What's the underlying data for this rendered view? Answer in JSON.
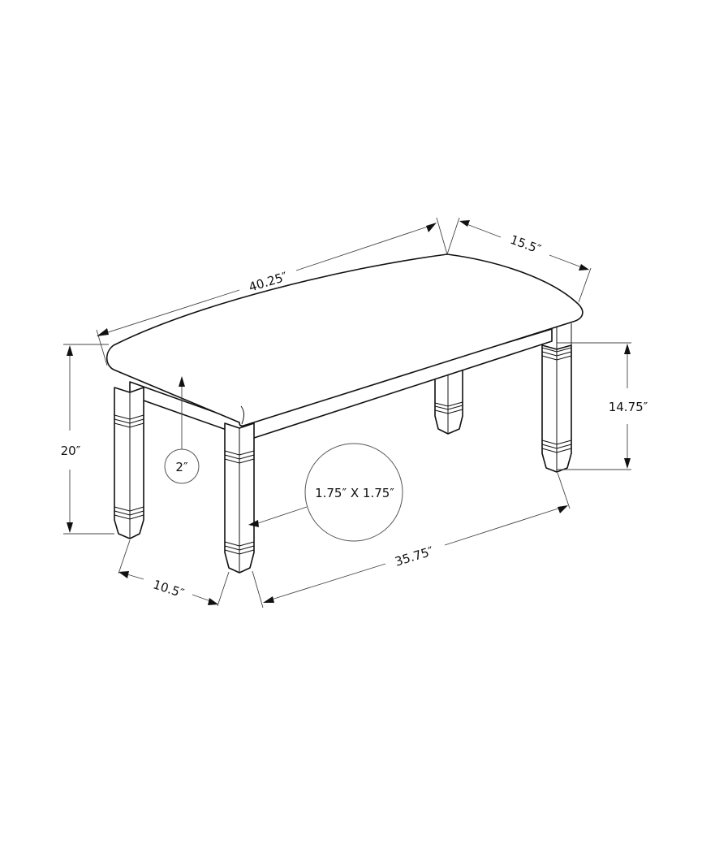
{
  "diagram": {
    "subject": "Bench dimension drawing",
    "colors": {
      "line": "#111111",
      "dimension_line": "#444444",
      "background": "#ffffff"
    },
    "dimensions": {
      "top_length": "40.25″",
      "top_depth": "15.5″",
      "overall_height": "20″",
      "seat_thickness": "2″",
      "leg_clearance_height": "14.75″",
      "leg_size": "1.75″ X 1.75″",
      "leg_span_length": "35.75″",
      "leg_span_depth": "10.5″"
    }
  }
}
